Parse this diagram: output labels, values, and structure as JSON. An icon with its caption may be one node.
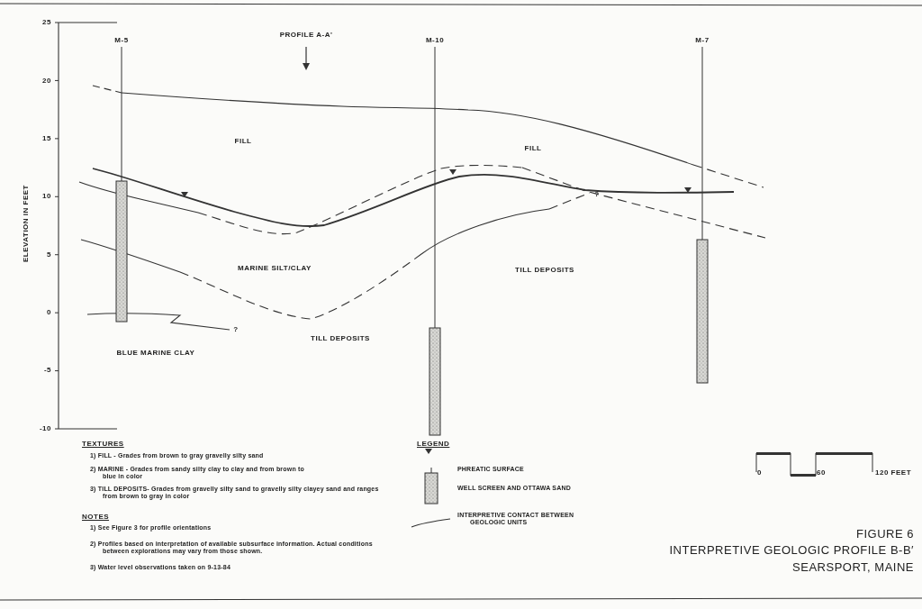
{
  "diagram": {
    "title": "INTERPRETIVE GEOLOGIC PROFILE B-B′",
    "labels": [
      "25",
      "PROFILE A-A'",
      "M-5",
      "M-10",
      "M-7",
      "20",
      "15",
      "FILL",
      "FILL",
      "ELEVATION IN FEET",
      "10",
      "?",
      "5",
      "MARINE SILT/CLAY",
      "TILL DEPOSITS",
      "0",
      "?",
      "TILL DEPOSITS",
      "BLUE MARINE CLAY",
      "-5",
      "-10",
      "TEXTURES",
      "1) FILL - Grades from brown to gray gravelly silty sand",
      "2) MARINE - Grades from sandy silty clay to clay and from brown to blue in color",
      "3) TILL DEPOSITS- Grades from gravelly silty sand to gravelly silty clayey sand and ranges from brown to gray in color",
      "NOTES",
      "1) See Figure 3 for profile orientations",
      "2) Profiles based on interpretation of available subsurface information. Actual conditions between explorations may vary from those shown.",
      "3) Water level observations taken on 9-13-84",
      "LEGEND",
      "0",
      "60",
      "120 FEET",
      "FIGURE 6",
      "SEARSPORT, MAINE"
    ],
    "legend": [
      {
        "text": "PHREATIC SURFACE"
      },
      {
        "text": "WELL SCREEN AND OTTAWA SAND"
      },
      {
        "text": "INTERPRETIVE CONTACT BETWEEN GEOLOGIC UNITS"
      }
    ]
  }
}
